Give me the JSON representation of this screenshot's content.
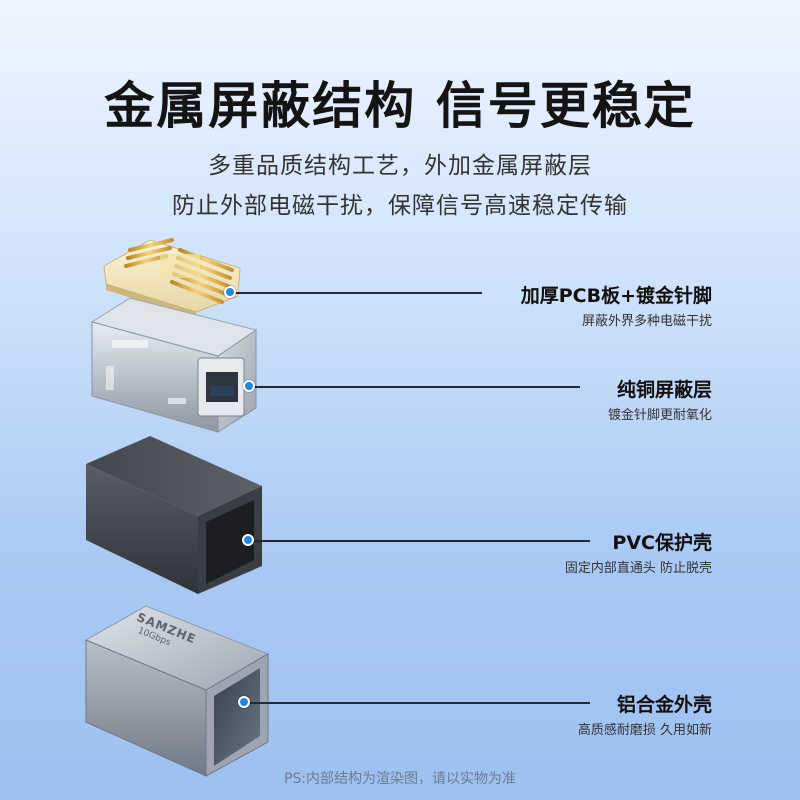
{
  "header": {
    "title": "金属屏蔽结构 信号更稳定",
    "subtitle_line1": "多重品质结构工艺，外加金属屏蔽层",
    "subtitle_line2": "防止外部电磁干扰，保障信号高速稳定传输"
  },
  "layers": [
    {
      "name": "加厚PCB板+镀金针脚",
      "desc": "屏蔽外界多种电磁干扰"
    },
    {
      "name": "纯铜屏蔽层",
      "desc": "镀金针脚更耐氧化"
    },
    {
      "name": "PVC保护壳",
      "desc": "固定内部直通头 防止脱壳"
    },
    {
      "name": "铝合金外壳",
      "desc": "高质感耐磨损 久用如新"
    }
  ],
  "product": {
    "brand": "SAMZHE",
    "speed": "10Gbps"
  },
  "footer": {
    "note": "PS:内部结构为渲染图，请以实物为准"
  },
  "colors": {
    "accent": "#1e88e5",
    "line": "#1f2a36"
  }
}
